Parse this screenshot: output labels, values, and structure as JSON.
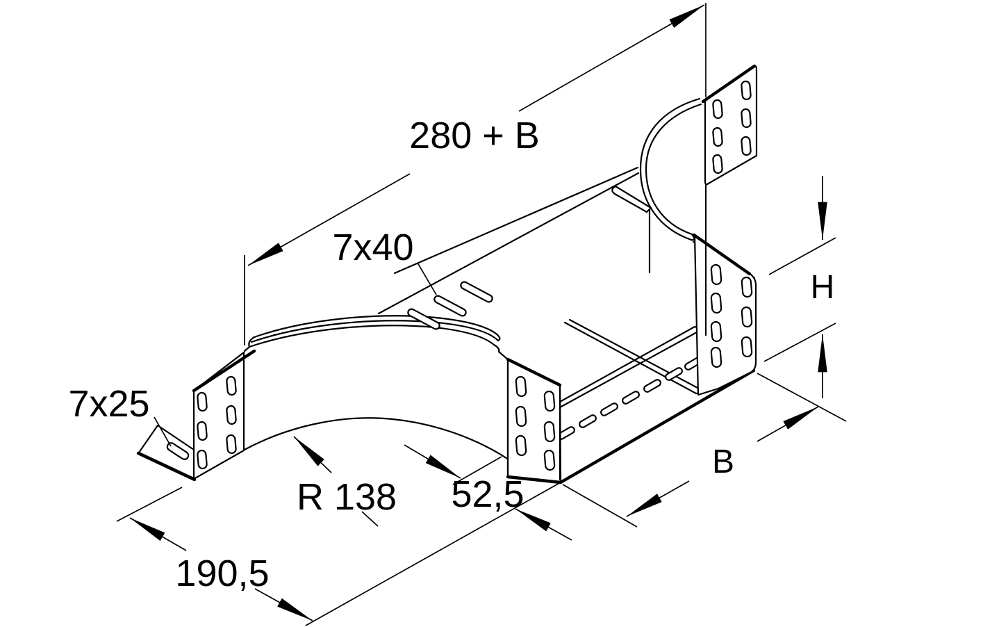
{
  "drawing": {
    "kind": "isometric technical line drawing",
    "subject": "cable tray add-on tee with perforated connector plates",
    "background_color": "#ffffff",
    "line_color": "#000000"
  },
  "labels": {
    "total_length": "280 + B",
    "floor_slot": "7x40",
    "flange_slot": "7x25",
    "radius": "R 138",
    "offset": "52,5",
    "branch_length": "190,5",
    "width": "B",
    "height": "H"
  }
}
